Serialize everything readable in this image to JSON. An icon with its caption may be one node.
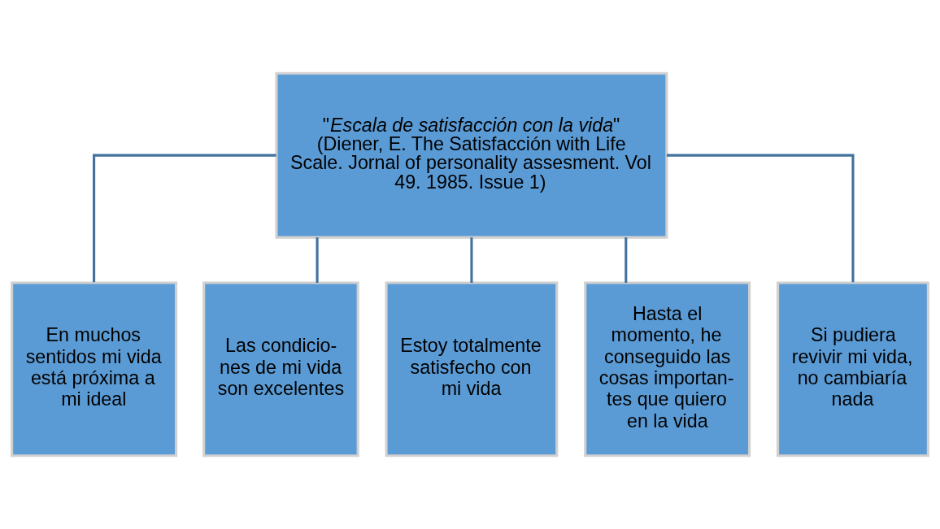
{
  "diagram": {
    "nodes": [
      {
        "text": [
          "\"*Escala de satisfacción con la vida*\"",
          "(Diener, E. The Satisfacción with Life Scale. Jornal of personality assesment. Vol 49. 1985. Issue 1)"
        ]
      },
      {
        "text": [
          "En muchos sentidos mi vida está próxima a mi ideal"
        ]
      },
      {
        "text": [
          "Las condicio- nes de mi vida son excelentes"
        ]
      },
      {
        "text": [
          "Estoy totalmente satisfecho con mi vida"
        ]
      },
      {
        "text": [
          "Hasta el momento, he conseguido las cosas importan- tes que quiero en la vida"
        ]
      },
      {
        "text": [
          "Si pudiera revivir mi vida, no cambiaría nada"
        ]
      }
    ],
    "edges": [
      {
        "from": 0,
        "to": 1,
        "arrow": "none"
      },
      {
        "from": 0,
        "to": 2,
        "arrow": "none"
      },
      {
        "from": 0,
        "to": 3,
        "arrow": "none"
      },
      {
        "from": 0,
        "to": 4,
        "arrow": "none"
      },
      {
        "from": 0,
        "to": 5,
        "arrow": "none"
      }
    ]
  }
}
